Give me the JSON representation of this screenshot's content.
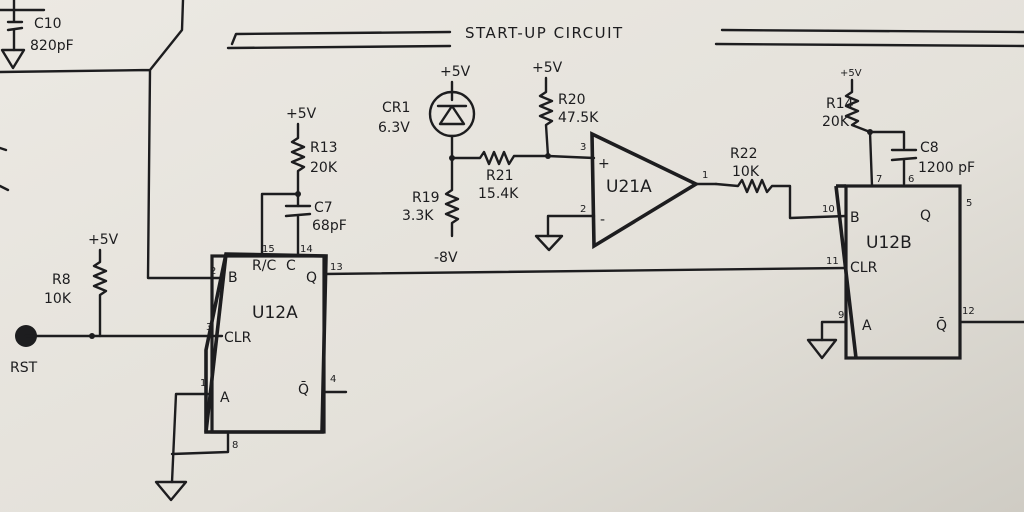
{
  "title": "START-UP CIRCUIT",
  "components": {
    "c10": {
      "ref": "C10",
      "value": "820pF"
    },
    "r8": {
      "ref": "R8",
      "value": "10K",
      "supply": "+5V"
    },
    "rst": {
      "label": "RST"
    },
    "r13": {
      "ref": "R13",
      "value": "20K",
      "supply": "+5V"
    },
    "c7": {
      "ref": "C7",
      "value": "68pF"
    },
    "cr1": {
      "ref": "CR1",
      "value": "6.3V",
      "supply": "+5V"
    },
    "r19": {
      "ref": "R19",
      "value": "3.3K",
      "supply": "-8V"
    },
    "r20": {
      "ref": "R20",
      "value": "47.5K",
      "supply": "+5V"
    },
    "r21": {
      "ref": "R21",
      "value": "15.4K"
    },
    "u21a": {
      "ref": "U21A",
      "plus": "+",
      "minus": "-",
      "pin_plus": "3",
      "pin_minus": "2",
      "pin_out": "1"
    },
    "r22": {
      "ref": "R22",
      "value": "10K"
    },
    "r14": {
      "ref": "R14",
      "value": "20K",
      "supply": "+5V"
    },
    "c8": {
      "ref": "C8",
      "value": "1200 pF"
    },
    "u12a": {
      "ref": "U12A",
      "pins": {
        "b": "B",
        "rc": "R/C",
        "c": "C",
        "q": "Q",
        "clr": "CLR",
        "a": "A",
        "qbar": "Q̄"
      },
      "pin_numbers": {
        "b": "2",
        "clr": "3",
        "a": "1",
        "rc": "15",
        "c": "14",
        "q": "13",
        "qbar": "4",
        "gnd": "8"
      }
    },
    "u12b": {
      "ref": "U12B",
      "pins": {
        "b": "B",
        "clr": "CLR",
        "a": "A",
        "q": "Q",
        "qbar": "Q̄"
      },
      "pin_numbers": {
        "b": "10",
        "clr": "11",
        "a": "9",
        "q": "5",
        "qbar": "12",
        "rc": "7",
        "c": "6"
      }
    }
  }
}
